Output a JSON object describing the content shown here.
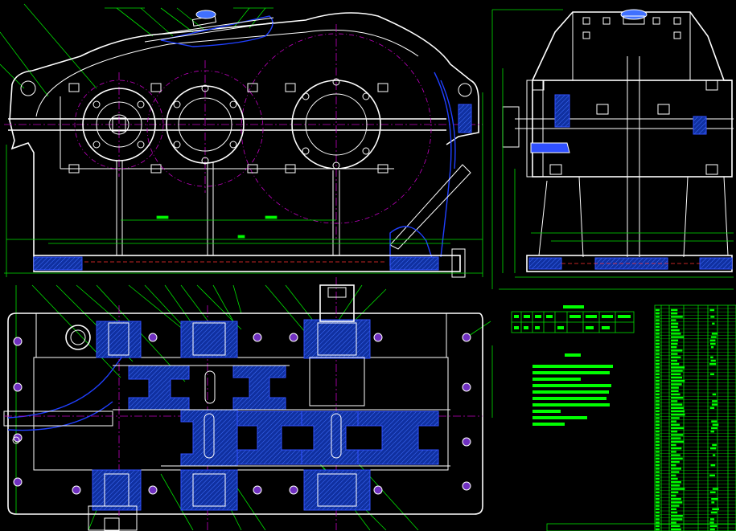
{
  "drawing": {
    "title": "",
    "colors": {
      "background": "#000000",
      "outline": "#ffffff",
      "dimension": "#00e000",
      "centerline": "#c000c0",
      "hidden": "#ff3030",
      "section_hatch": "#2040ff",
      "table_text": "#00ff00"
    },
    "views": [
      "front-view",
      "side-view",
      "top-section-view",
      "parameter-table",
      "technical-notes",
      "parts-list"
    ]
  }
}
